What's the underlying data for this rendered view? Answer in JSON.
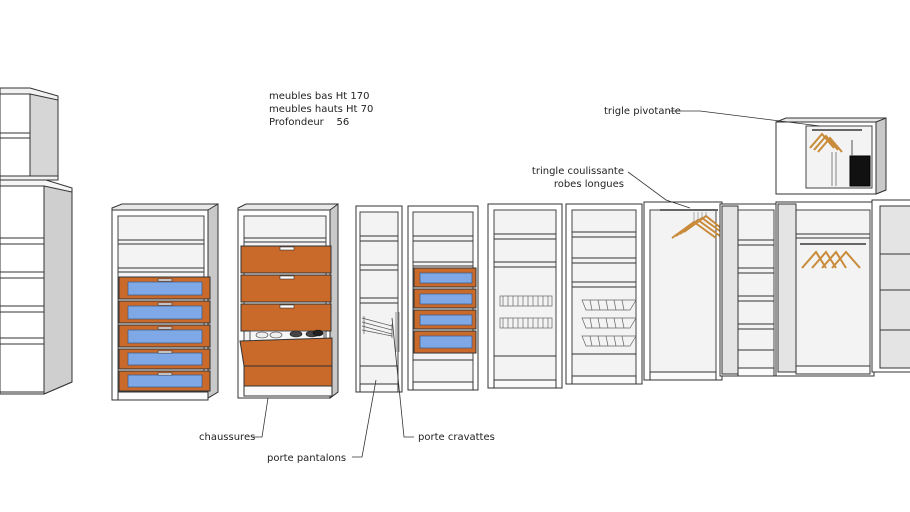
{
  "specs": {
    "line1": "meubles bas Ht 170",
    "line2": "meubles hauts Ht 70",
    "line3": "Profondeur    56"
  },
  "callouts": {
    "chaussures": "chaussures",
    "porte_pantalons": "porte pantalons",
    "porte_cravattes": "porte cravattes",
    "tringle_coulissante_1": "tringle coulissante",
    "tringle_coulissante_2": "robes longues",
    "trigle_pivotante": "trigle pivotante"
  },
  "colors": {
    "panel": "#ffffff",
    "panel_shade": "#e6e6e6",
    "side_shade": "#c9c9c9",
    "outline": "#333333",
    "wood": "#c9692a",
    "wood_light": "#e08a44",
    "glass": "#7ea8e6",
    "hanger": "#c98a3a",
    "rack": "#666666"
  }
}
